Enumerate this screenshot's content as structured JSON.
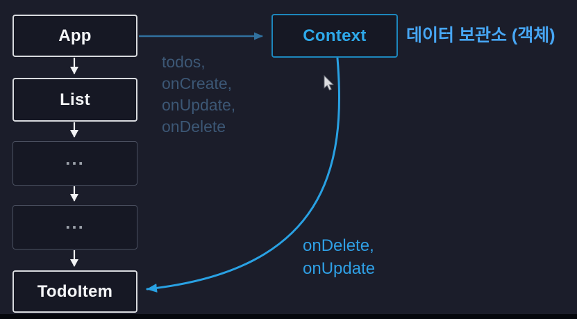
{
  "nodes": {
    "app": {
      "label": "App"
    },
    "list": {
      "label": "List"
    },
    "placeholder1": {
      "label": "..."
    },
    "placeholder2": {
      "label": "..."
    },
    "todo_item": {
      "label": "TodoItem"
    },
    "context": {
      "label": "Context"
    }
  },
  "annotations": {
    "context_note": "데이터 보관소 (객체)",
    "passed_props": [
      "todos,",
      "onCreate,",
      "onUpdate,",
      "onDelete"
    ],
    "context_provides": [
      "onDelete,",
      "onUpdate"
    ]
  },
  "colors": {
    "background": "#1b1d2a",
    "node_fill": "#161824",
    "node_border_light": "#d8dade",
    "node_border_muted": "#4b5161",
    "context_border": "#1d87bd",
    "context_text": "#2ea9ea",
    "curve_blue": "#29a1e3",
    "muted_arrow_blue": "#31719f",
    "dim_props_blue": "#3c5775",
    "korean_note_blue": "#47a6f4",
    "white_arrow": "#f2f3f5"
  }
}
